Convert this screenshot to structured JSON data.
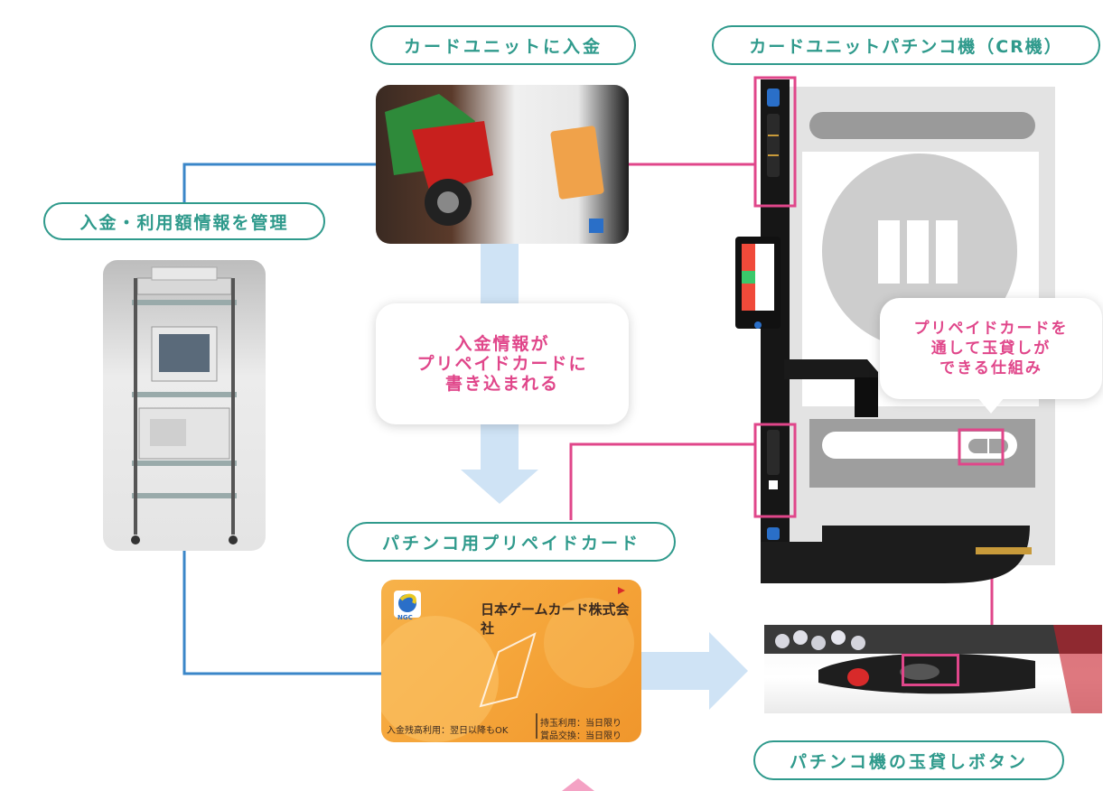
{
  "labels": {
    "deposit": "カードユニットに入金",
    "cr_machine": "カードユニットパチンコ機（CR機）",
    "manage": "入金・利用額情報を管理",
    "prepaid_card": "パチンコ用プリペイドカード",
    "lend_button": "パチンコ機の玉貸しボタン"
  },
  "bubbles": {
    "write": [
      "入金情報が",
      "プリペイドカードに",
      "書き込まれる"
    ],
    "mechanism": [
      "プリペイドカードを",
      "通して玉貸しが",
      "できる仕組み"
    ]
  },
  "card": {
    "logo_text": "NGC",
    "company": "日本ゲームカード株式会社",
    "balance_note": "入金残高利用：翌日以降もOK",
    "ball_note": "持玉利用：当日限り",
    "prize_note": "賞品交換：当日限り"
  },
  "colors": {
    "teal": "#2f9a8c",
    "blue_line": "#3a86c8",
    "pink": "#e0468a",
    "light_arrow": "#cfe3f5",
    "card_orange": "#f5a53a"
  }
}
